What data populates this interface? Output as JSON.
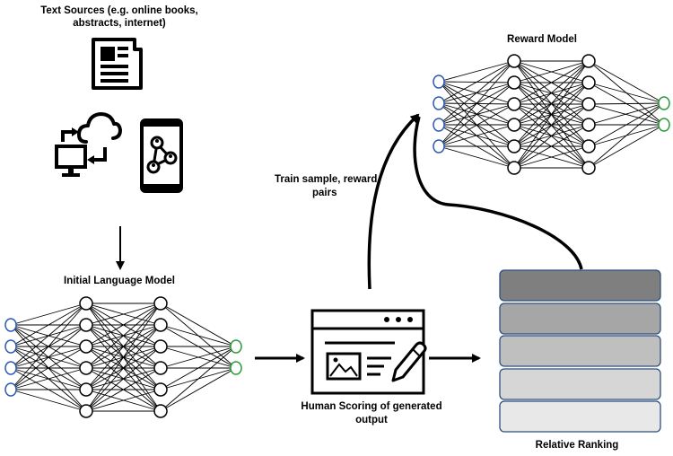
{
  "labels": {
    "text_sources_line1": "Text Sources (e.g. online books,",
    "text_sources_line2": "abstracts, internet)",
    "initial_model": "Initial Language Model",
    "reward_model": "Reward Model",
    "train_line1": "Train sample, reward",
    "train_line2": "pairs",
    "human_line1": "Human Scoring of generated",
    "human_line2": "output",
    "relative_ranking": "Relative Ranking"
  },
  "icons": [
    "newspaper-icon",
    "cloud-sync-computer-icon",
    "smartphone-network-icon",
    "browser-edit-icon"
  ],
  "colors": {
    "input_node": "#2a57b8",
    "output_node": "#2a9a3a",
    "ranking_fills": [
      "#7f7f7f",
      "#a6a6a6",
      "#bfbfbf",
      "#d6d6d6",
      "#e8e8e8"
    ],
    "ranking_border": "#2f4f7f"
  }
}
